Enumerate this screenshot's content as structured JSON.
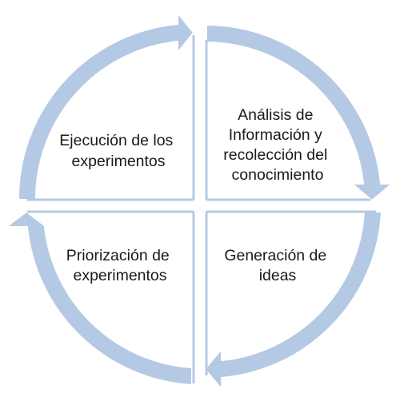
{
  "diagram": {
    "quadrants": [
      {
        "position": "top-left",
        "lines": [
          "Ejecución de los",
          "experimentos"
        ]
      },
      {
        "position": "top-right",
        "lines": [
          "Análisis de",
          "Información y",
          "recolección del",
          "conocimiento"
        ]
      },
      {
        "position": "bottom-right",
        "lines": [
          "Generación de",
          "ideas"
        ]
      },
      {
        "position": "bottom-left",
        "lines": [
          "Priorización de",
          "experimentos"
        ]
      }
    ],
    "arrow_color": "#b4c9e4",
    "arrow_outline_color": "#ffffff",
    "divider_color": "#b4c9e4"
  }
}
